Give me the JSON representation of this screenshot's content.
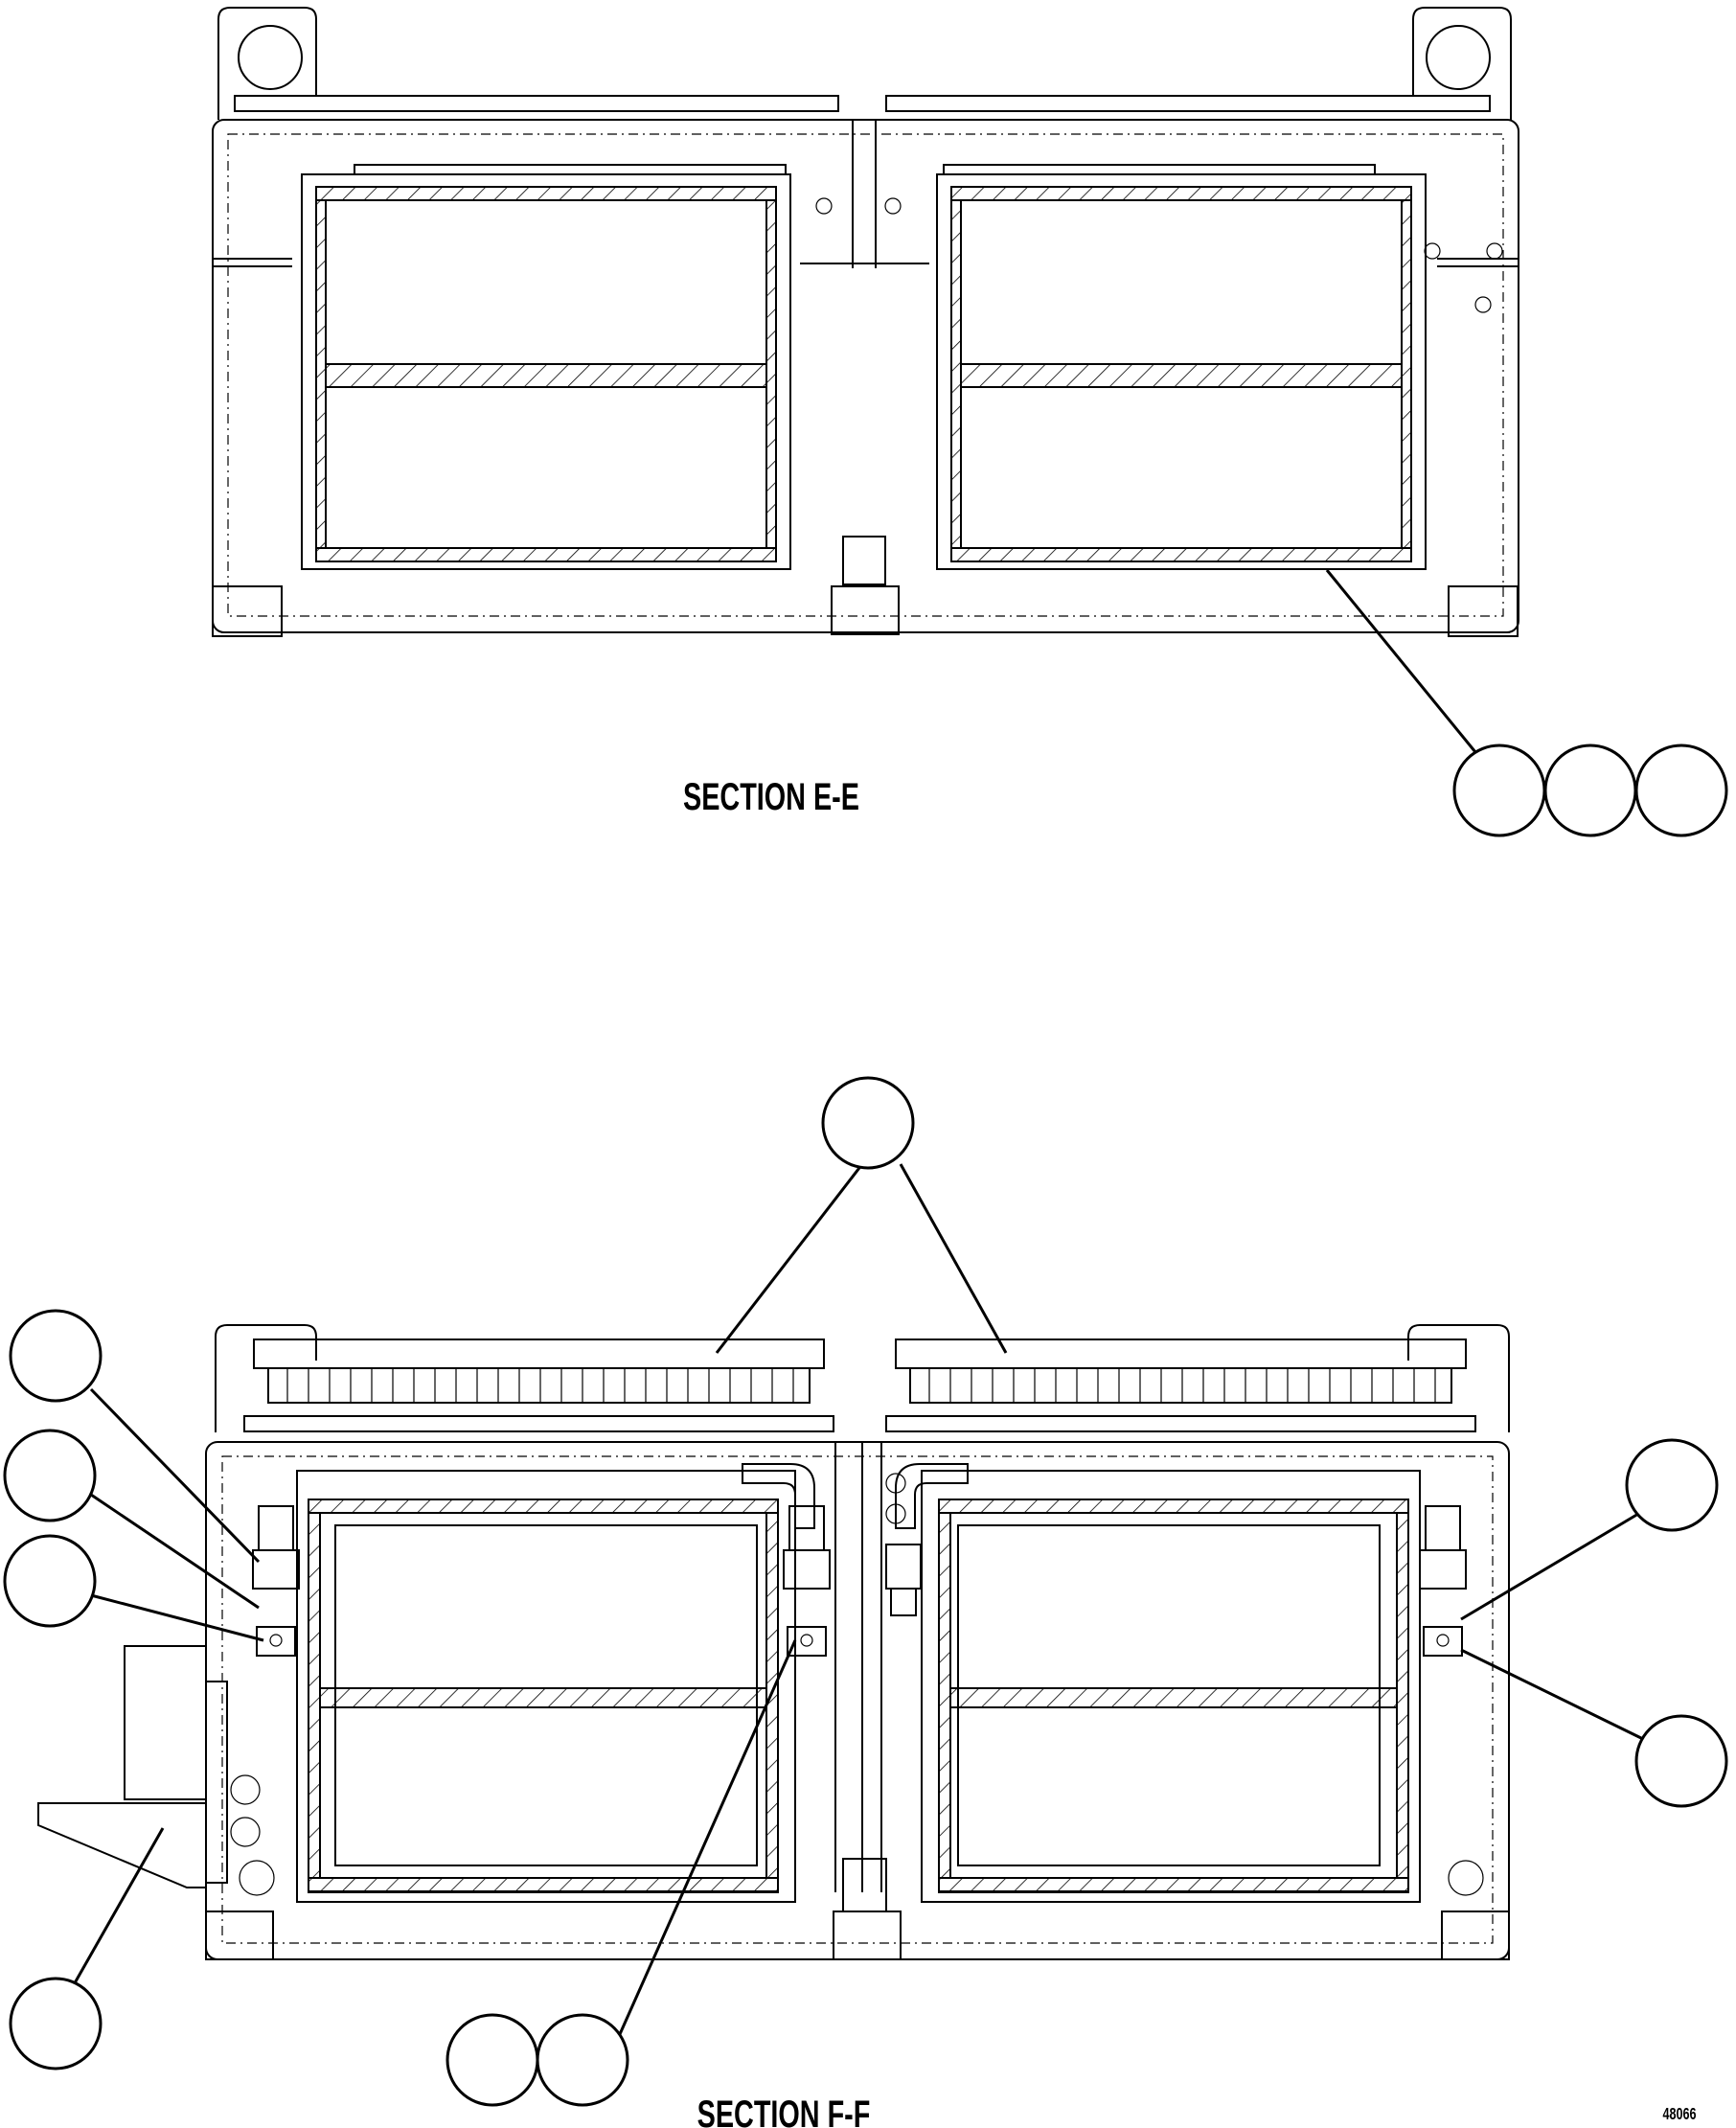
{
  "sections": [
    {
      "id": "E-E",
      "caption": "SECTION E-E"
    },
    {
      "id": "F-F",
      "caption": "SECTION F-F"
    }
  ],
  "drawing_number": "48066",
  "colors": {
    "line": "#000000",
    "background": "#ffffff"
  }
}
